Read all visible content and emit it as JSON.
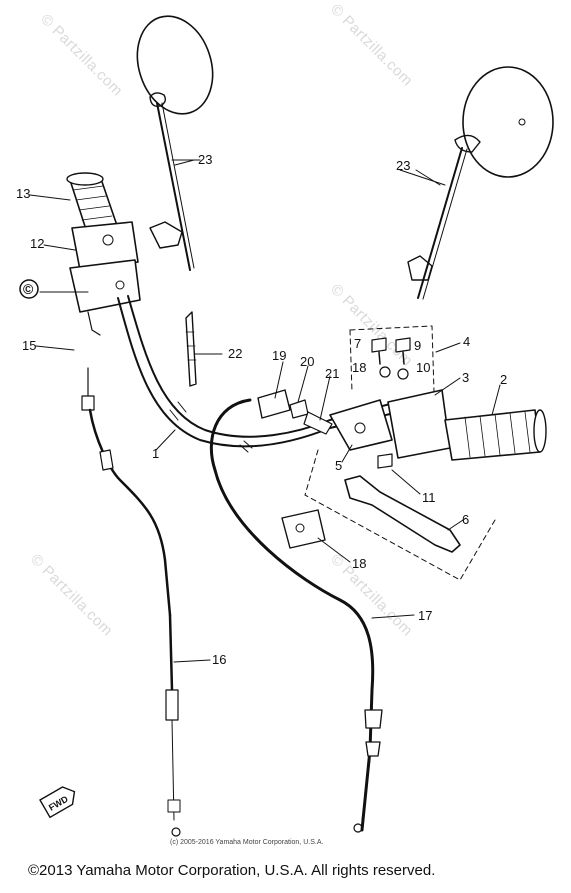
{
  "diagram": {
    "part_numbers": {
      "p1": "1",
      "p2": "2",
      "p3": "3",
      "p4": "4",
      "p5": "5",
      "p6": "6",
      "p7": "7",
      "p9": "9",
      "p10": "10",
      "p11": "11",
      "p12": "12",
      "p13": "13",
      "p15": "15",
      "p16": "16",
      "p17": "17",
      "p18a": "18",
      "p18b": "18",
      "p19": "19",
      "p20": "20",
      "p21": "21",
      "p22": "22",
      "p23a": "23",
      "p23b": "23"
    },
    "copyright_badge": "©",
    "fwd_mark": "FWD"
  },
  "watermark": "© Partzilla.com",
  "small_copyright": "(c) 2005-2016 Yamaha Motor Corporation, U.S.A.",
  "footer": "©2013 Yamaha Motor Corporation, U.S.A. All rights reserved."
}
